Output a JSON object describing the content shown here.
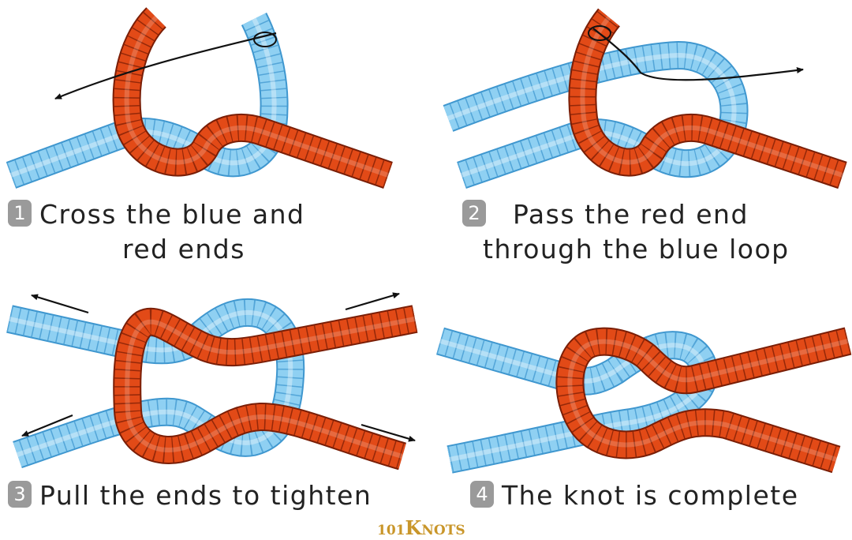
{
  "steps": [
    {
      "number": "1",
      "line1": "Cross the blue and",
      "line2": "red ends"
    },
    {
      "number": "2",
      "line1": "Pass the red end",
      "line2": "through the blue loop"
    },
    {
      "number": "3",
      "line1": "Pull the ends to tighten",
      "line2": ""
    },
    {
      "number": "4",
      "line1": "The knot is complete",
      "line2": ""
    }
  ],
  "logo": {
    "prefix": "101",
    "big": "K",
    "rest": "NOTS"
  },
  "colors": {
    "blue_rope": "#8fd0f2",
    "blue_edge": "#3f97cf",
    "red_rope": "#e24a17",
    "red_edge": "#7a1e06",
    "arrow": "#111111",
    "text": "#222222",
    "badge": "#9a9a9a"
  },
  "icons": [
    "rope-diagram",
    "arrow-icon",
    "step-number-badge"
  ]
}
